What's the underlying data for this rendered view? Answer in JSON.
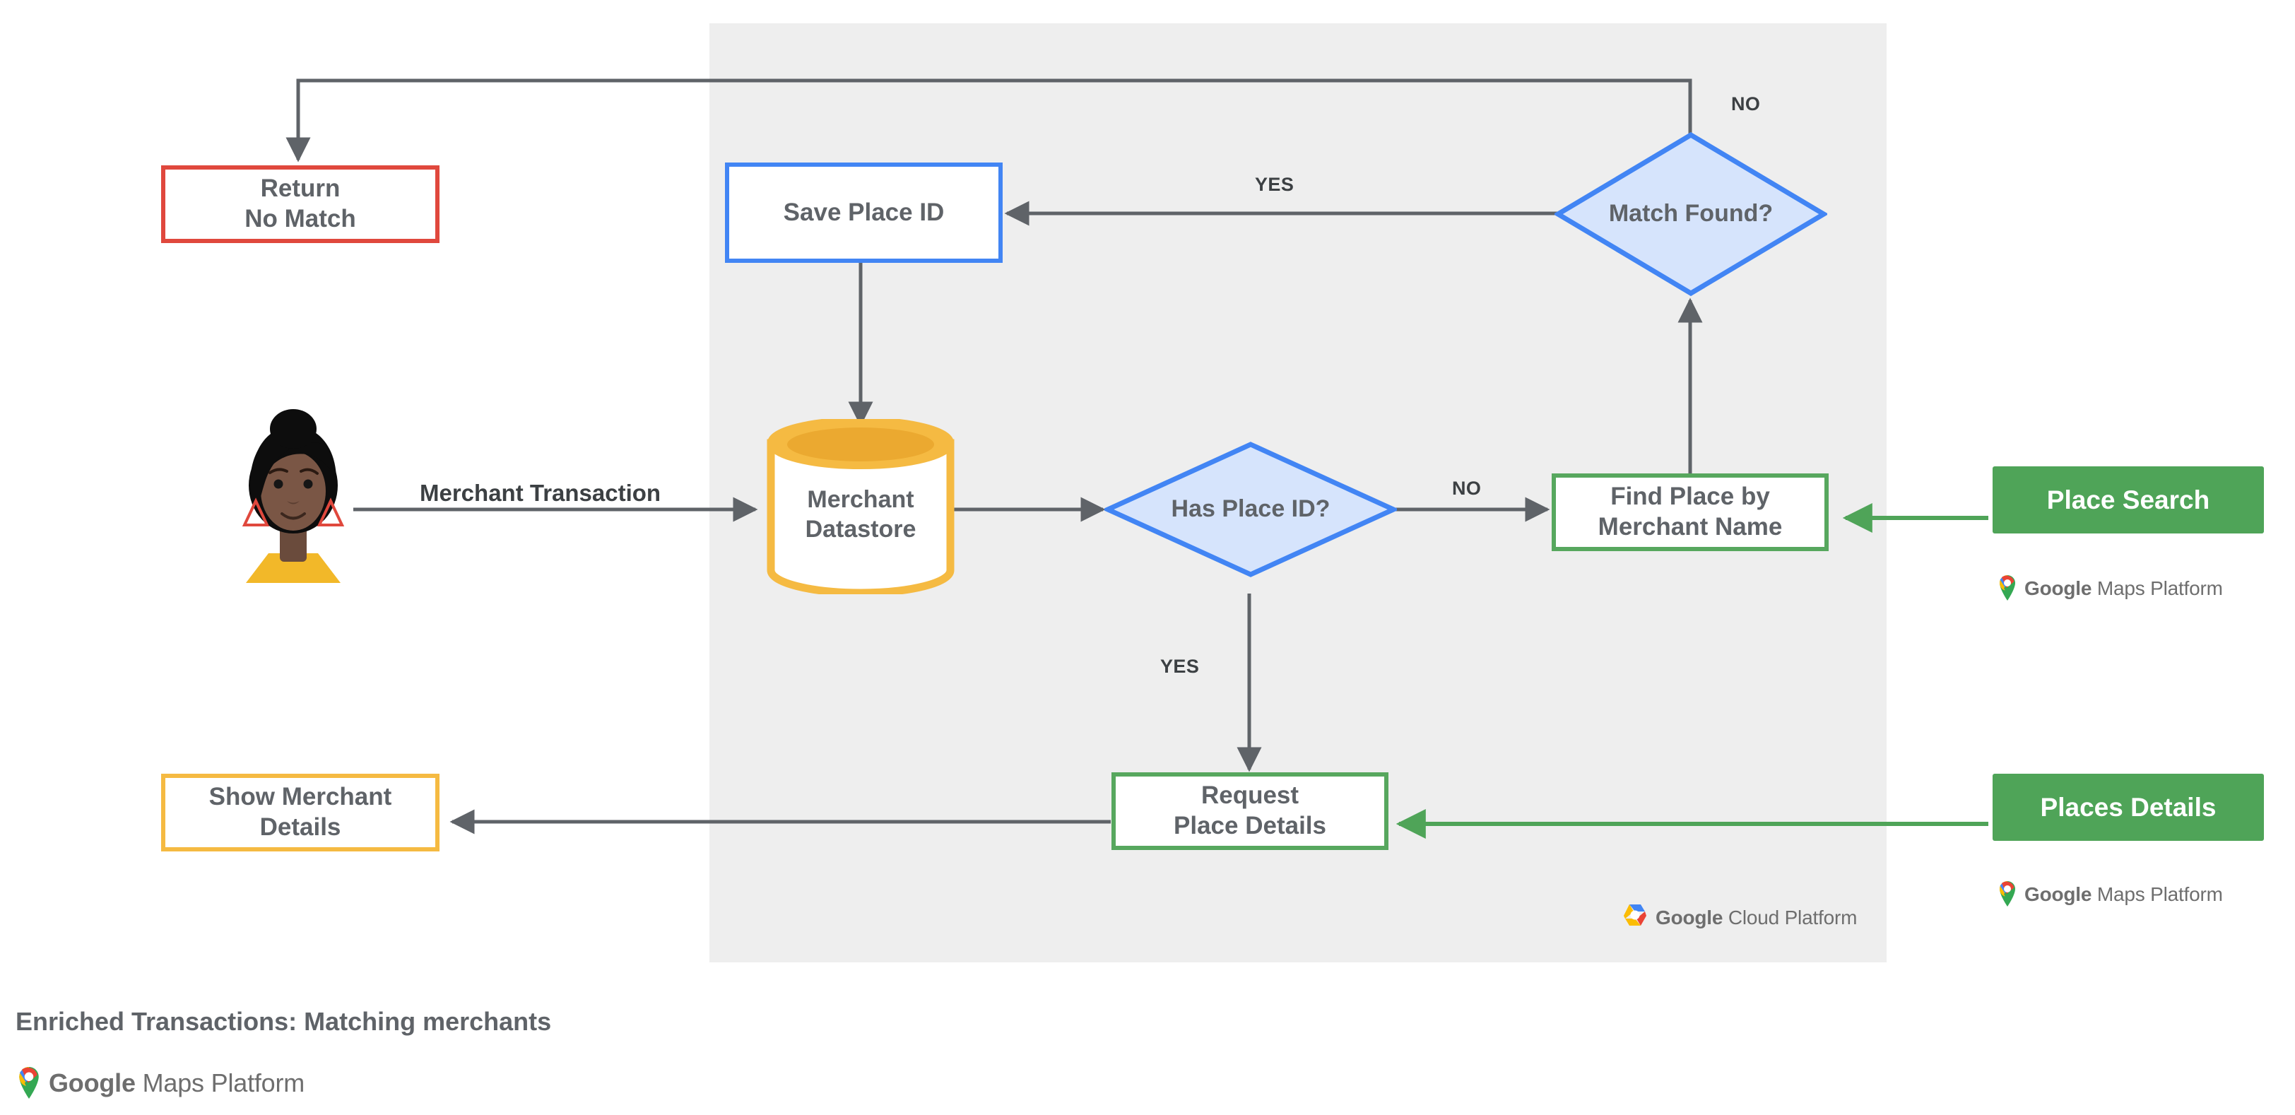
{
  "caption": {
    "title": "Enriched Transactions: Matching merchants",
    "brand": {
      "word1": "Google",
      "word2": "Maps Platform"
    }
  },
  "panel": {
    "name": "google-cloud-platform-panel",
    "background": "#eeeeee",
    "brand": {
      "word1": "Google",
      "word2": "Cloud Platform"
    }
  },
  "actor": {
    "name": "merchant-customer-avatar",
    "description": "Illustrated person"
  },
  "nodes": {
    "return_no_match": {
      "line1": "Return",
      "line2": "No Match",
      "color": "#E0483D",
      "shape": "rect"
    },
    "save_place_id": {
      "line1": "Save Place ID",
      "line2": "",
      "color": "#4285F4",
      "shape": "rect"
    },
    "merchant_datastore": {
      "line1": "Merchant",
      "line2": "Datastore",
      "color": "#F5BA42",
      "shape": "cylinder"
    },
    "has_place_id": {
      "line1": "Has",
      "line2": "Place ID?",
      "color": "#4285F4",
      "shape": "diamond",
      "fill": "#D6E4FC"
    },
    "match_found": {
      "line1": "Match",
      "line2": "Found?",
      "color": "#4285F4",
      "shape": "diamond",
      "fill": "#D6E4FC"
    },
    "find_place": {
      "line1": "Find Place by",
      "line2": "Merchant Name",
      "color": "#57A75E",
      "shape": "rect"
    },
    "request_place_details": {
      "line1": "Request",
      "line2": "Place Details",
      "color": "#57A75E",
      "shape": "rect"
    },
    "show_merchant_details": {
      "line1": "Show Merchant",
      "line2": "Details",
      "color": "#F5BA42",
      "shape": "rect"
    },
    "place_search": {
      "label": "Place Search",
      "color": "#4FA458",
      "shape": "rect-filled"
    },
    "places_details": {
      "label": "Places Details",
      "color": "#4FA458",
      "shape": "rect-filled"
    }
  },
  "edge_labels": {
    "merchant_transaction": "Merchant Transaction",
    "has_place_id_yes": "YES",
    "has_place_id_no": "NO",
    "match_found_yes": "YES",
    "match_found_no": "NO"
  },
  "brands": {
    "place_search_brand": {
      "word1": "Google",
      "word2": "Maps Platform"
    },
    "places_details_brand": {
      "word1": "Google",
      "word2": "Maps Platform"
    }
  },
  "colors": {
    "edge": "#5f6368",
    "green_edge": "#4FA458",
    "panel_bg": "#eeeeee",
    "text": "#5f6368"
  }
}
